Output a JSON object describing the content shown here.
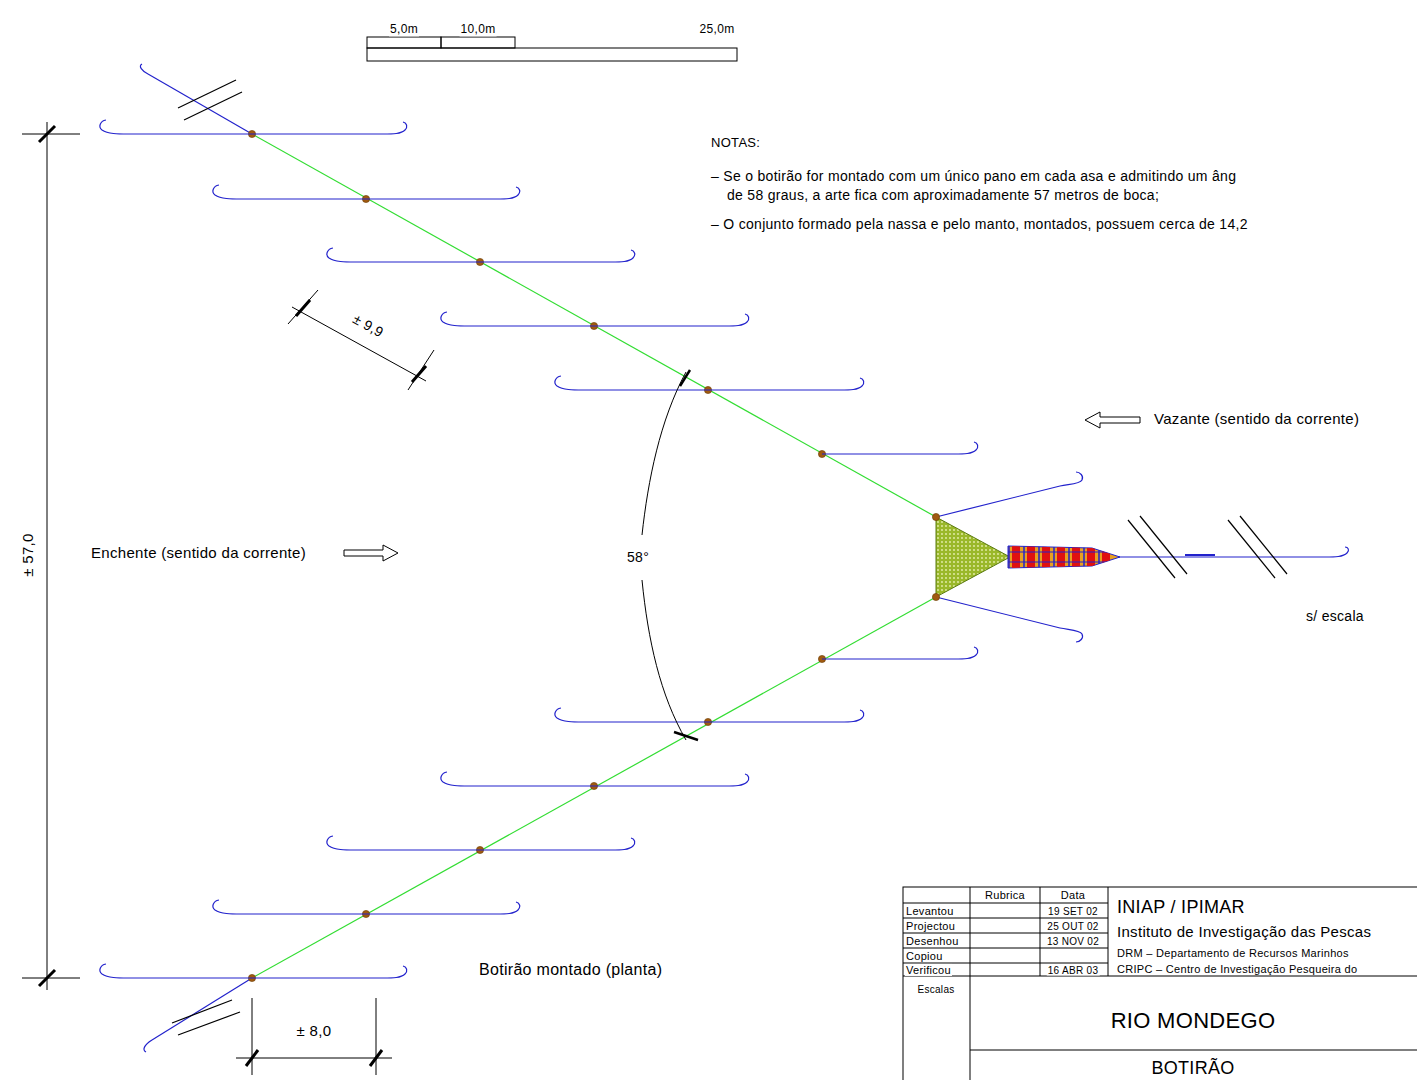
{
  "diagram": {
    "labels": [
      "5,0m",
      "10,0m",
      "25,0m",
      "NOTAS:",
      "– Se o botirão for montado com um único pano em cada asa e admitindo um âng",
      "de 58 graus, a arte fica com aproximadamente 57 metros de boca;",
      "– O conjunto formado pela nassa e pelo manto, montados, possuem cerca de 14,2",
      "± 9,9",
      "58°",
      "Vazante (sentido da corrente)",
      "Enchente (sentido da corrente)",
      "± 57,0",
      "s/ escala",
      "Botirão montado (planta)",
      "± 8,0",
      "Rubrica",
      "Data",
      "Levantou",
      "19 SET 02",
      "Projectou",
      "25 OUT 02",
      "Desenhou",
      "13 NOV 02",
      "Copiou",
      "Verificou",
      "16 ABR 03",
      "INIAP / IPIMAR",
      "Instituto de Investigação das Pescas",
      "DRM – Departamento de Recursos Marinhos",
      "CRIPC – Centro de Investigação Pesqueira do",
      "Escalas",
      "RIO MONDEGO",
      "BOTIRÃO"
    ]
  }
}
